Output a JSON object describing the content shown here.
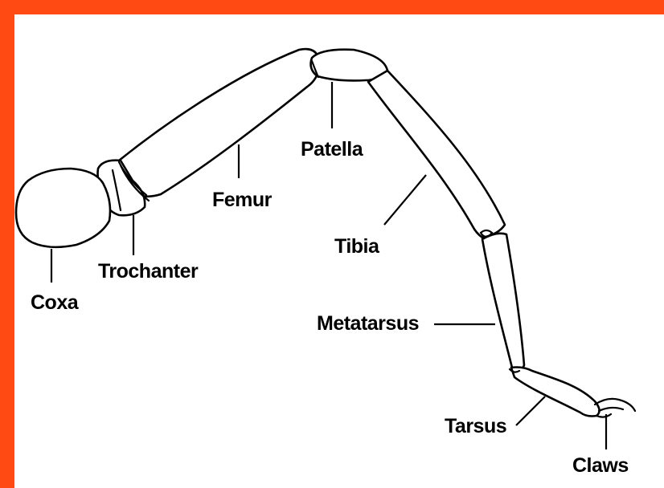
{
  "colors": {
    "border": "#ff4a14",
    "background": "#ffffff",
    "ink": "#000000"
  },
  "labels": {
    "coxa": "Coxa",
    "trochanter": "Trochanter",
    "femur": "Femur",
    "patella": "Patella",
    "tibia": "Tibia",
    "metatarsus": "Metatarsus",
    "tarsus": "Tarsus",
    "claws": "Claws"
  }
}
